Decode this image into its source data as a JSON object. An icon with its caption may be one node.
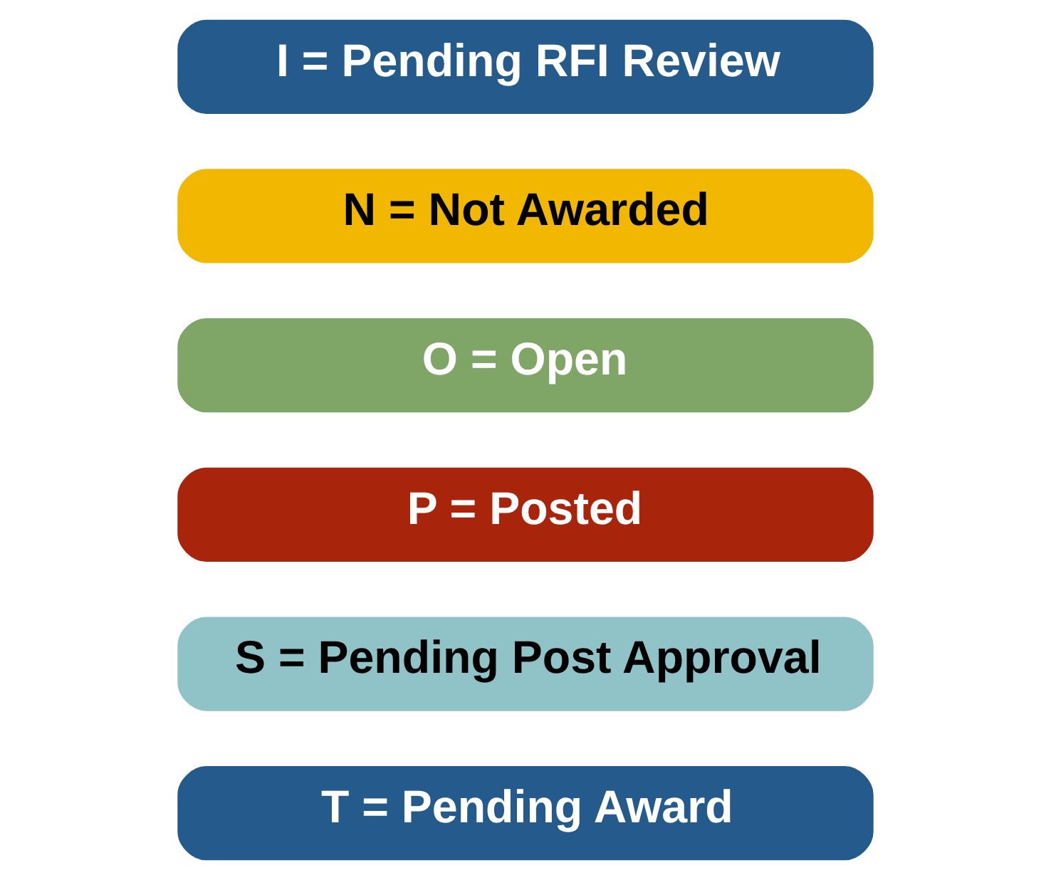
{
  "diagram": {
    "nodes": [
      {
        "text": [
          "I = Pending RFI Review"
        ]
      },
      {
        "text": [
          "N = Not Awarded"
        ]
      },
      {
        "text": [
          "O = Open"
        ]
      },
      {
        "text": [
          "P = Posted"
        ]
      },
      {
        "text": [
          "S = Pending Post Approval"
        ]
      },
      {
        "text": [
          "T = Pending Award"
        ]
      }
    ]
  }
}
